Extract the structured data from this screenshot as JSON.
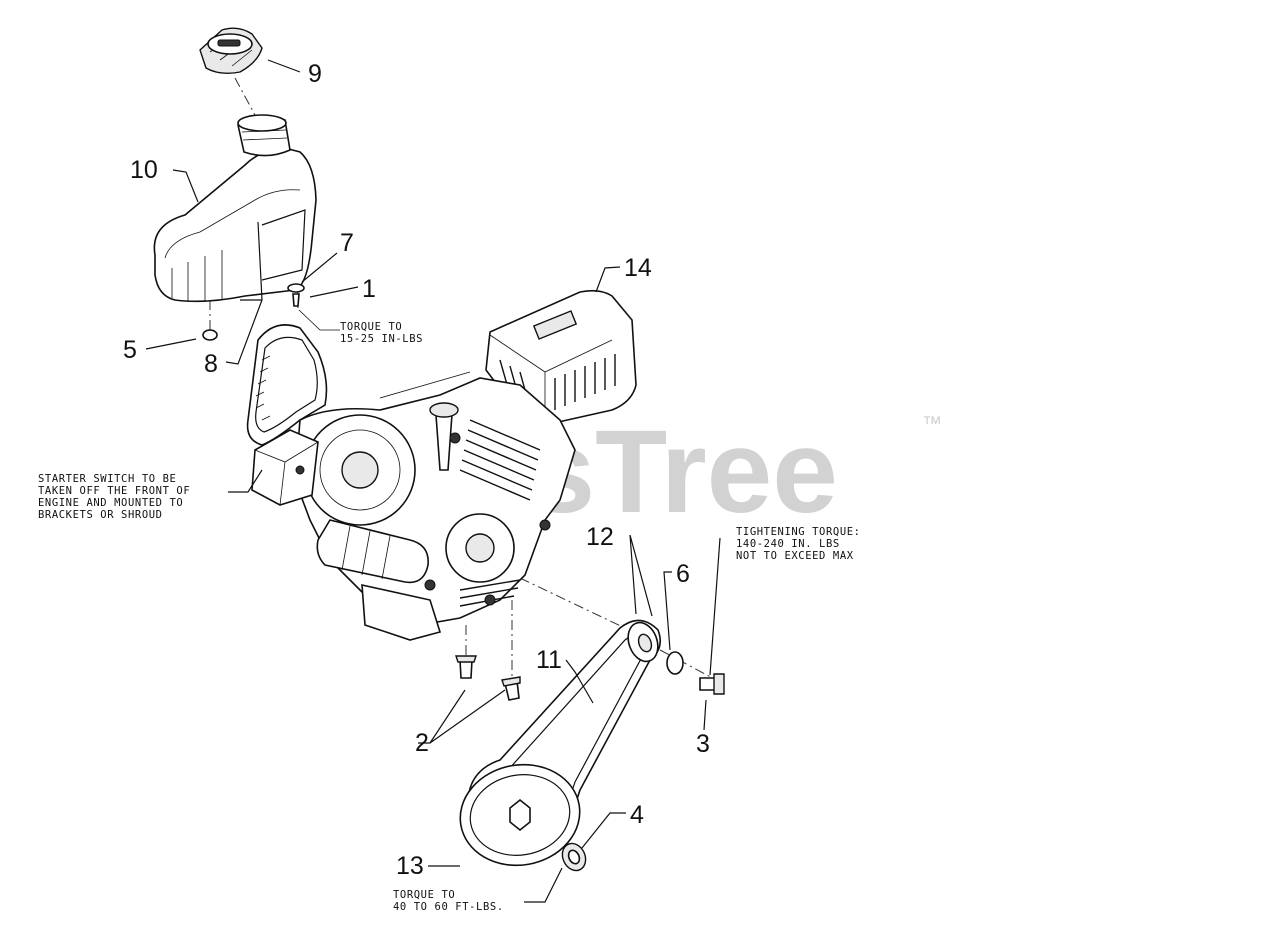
{
  "watermark": {
    "text": "PartsTree",
    "trademark": "™",
    "color": "#d2d2d2"
  },
  "callouts": [
    {
      "id": "1",
      "label": "1"
    },
    {
      "id": "2",
      "label": "2"
    },
    {
      "id": "3",
      "label": "3"
    },
    {
      "id": "4",
      "label": "4"
    },
    {
      "id": "5",
      "label": "5"
    },
    {
      "id": "6",
      "label": "6"
    },
    {
      "id": "7",
      "label": "7"
    },
    {
      "id": "8",
      "label": "8"
    },
    {
      "id": "9",
      "label": "9"
    },
    {
      "id": "10",
      "label": "10"
    },
    {
      "id": "11",
      "label": "11"
    },
    {
      "id": "12",
      "label": "12"
    },
    {
      "id": "13",
      "label": "13"
    },
    {
      "id": "14",
      "label": "14"
    }
  ],
  "notes": {
    "torque_tank": [
      "TORQUE TO",
      "15-25 IN-LBS"
    ],
    "starter_switch": [
      "STARTER SWITCH TO BE",
      "TAKEN OFF THE FRONT OF",
      "ENGINE AND MOUNTED TO",
      "BRACKETS OR SHROUD"
    ],
    "tightening": [
      "TIGHTENING TORQUE:",
      "140-240 IN. LBS",
      "NOT TO EXCEED MAX"
    ],
    "torque_pulley": [
      "TORQUE TO",
      "40 TO 60 FT-LBS."
    ]
  }
}
